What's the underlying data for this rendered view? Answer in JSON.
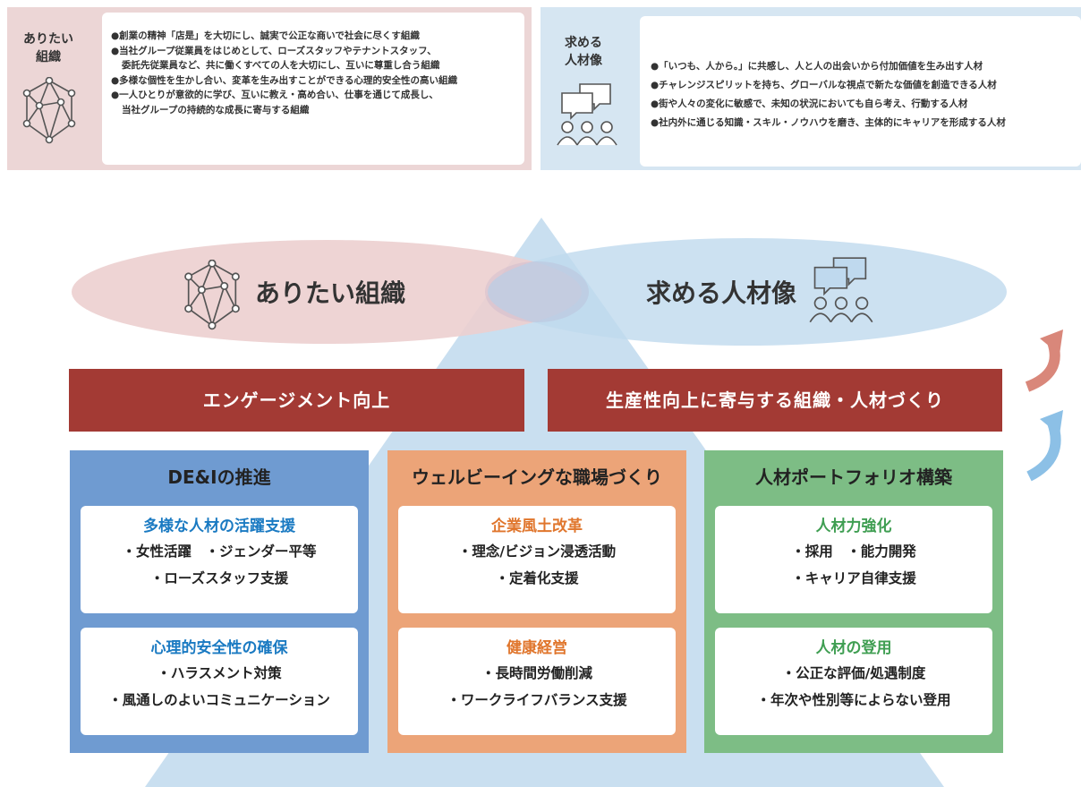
{
  "top_panels": {
    "organization": {
      "title_line1": "ありたい",
      "title_line2": "組織",
      "items": [
        "●創業の精神「店是」を大切にし、誠実で公正な商いで社会に尽くす組織",
        "●当社グループ従業員をはじめとして、ローズスタッフやテナントスタッフ、",
        "委託先従業員など、共に働くすべての人を大切にし、互いに尊重し合う組織",
        "●多様な個性を生かし合い、変革を生み出すことができる心理的安全性の高い組織",
        "●一人ひとりが意欲的に学び、互いに教え・高め合い、仕事を通じて成長し、",
        "当社グループの持続的な成長に寄与する組織"
      ]
    },
    "talent": {
      "title_line1": "求める",
      "title_line2": "人材像",
      "items": [
        "●「いつも、人から。」に共感し、人と人の出会いから付加価値を生み出す人材",
        "●チャレンジスピリットを持ち、グローバルな視点で新たな価値を創造できる人材",
        "●街や人々の変化に敏感で、未知の状況においても自ら考え、行動する人材",
        "●社内外に通じる知識・スキル・ノウハウを磨き、主体的にキャリアを形成する人材"
      ]
    }
  },
  "ellipses": {
    "left_label": "ありたい組織",
    "right_label": "求める人材像"
  },
  "bands": {
    "left": "エンゲージメント向上",
    "right": "生産性向上に寄与する組織・人材づくり"
  },
  "pillars": [
    {
      "title": "DE&Iの推進",
      "cards": [
        {
          "title": "多様な人材の活躍支援",
          "lines": [
            "・女性活躍　・ジェンダー平等",
            "・ローズスタッフ支援"
          ]
        },
        {
          "title": "心理的安全性の確保",
          "lines": [
            "・ハラスメント対策",
            "・風通しのよいコミュニケーション"
          ]
        }
      ]
    },
    {
      "title": "ウェルビーイングな職場づくり",
      "cards": [
        {
          "title": "企業風土改革",
          "lines": [
            "・理念/ビジョン浸透活動",
            "・定着化支援"
          ]
        },
        {
          "title": "健康経営",
          "lines": [
            "・長時間労働削減",
            "・ワークライフバランス支援"
          ]
        }
      ]
    },
    {
      "title": "人材ポートフォリオ構築",
      "cards": [
        {
          "title": "人材力強化",
          "lines": [
            "・採用　・能力開発",
            "・キャリア自律支援"
          ]
        },
        {
          "title": "人材の登用",
          "lines": [
            "・公正な評価/処遇制度",
            "・年次や性別等によらない登用"
          ]
        }
      ]
    }
  ],
  "colors": {
    "pink_panel": "#ecd6d6",
    "blue_panel": "#d6e6f2",
    "band": "#a33a34",
    "pillar_blue": "#6f9bd1",
    "pillar_orange": "#eca478",
    "pillar_green": "#7dbd85",
    "card_title_blue": "#1a7ac2",
    "card_title_orange": "#e0762d",
    "card_title_green": "#3f9e52"
  }
}
